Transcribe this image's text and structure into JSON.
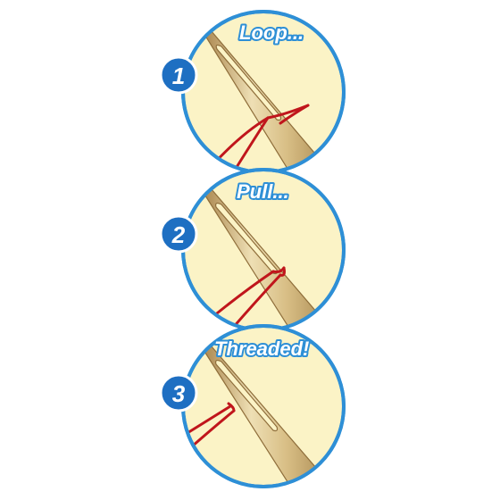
{
  "colors": {
    "circle_fill": "#FBF3C6",
    "circle_border": "#2E8FD6",
    "badge_fill": "#1E6FC2",
    "badge_border": "#ffffff",
    "title_fill": "#ffffff",
    "title_stroke": "#2E8FD6",
    "needle_gold": "#C9A763",
    "needle_light": "#EEDFB4",
    "thread_red": "#C0161C"
  },
  "steps": [
    {
      "number": "1",
      "title": "Loop..."
    },
    {
      "number": "2",
      "title": "Pull..."
    },
    {
      "number": "3",
      "title": "Threaded!"
    }
  ]
}
